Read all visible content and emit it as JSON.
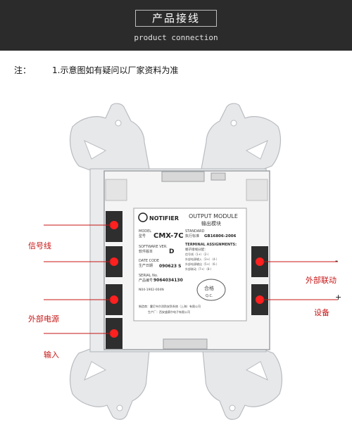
{
  "header": {
    "title": "产品接线",
    "subtitle": "product connection",
    "bg_color": "#2b2b2b"
  },
  "note": {
    "prefix": "注：",
    "index": "1.",
    "text": "示意图如有疑问以厂家资料为准"
  },
  "module": {
    "brand": "NOTIFIER",
    "product_en": "OUTPUT MODULE",
    "product_cn": "输出模块",
    "model_label_en": "MODEL",
    "model_label_cn": "型号",
    "model": "CMX-7C",
    "software_label_en": "SOFTWARE VER.",
    "software_label_cn": "软件版本",
    "software": "D",
    "date_label_en": "DATE CODE",
    "date_label_cn": "生产日期",
    "date": "090623 S",
    "serial_label_en": "SERIAL No.",
    "serial_label_cn": "产品编号",
    "serial": "9064034130",
    "doc_code": "N04-1902-004N",
    "standard_label_en": "STANDARD",
    "standard_label_cn": "执行标准",
    "standard": "GB16806-2006",
    "terminal_title": "TERMINAL ASSIGNMENTS:",
    "terminal_cn": "端子接线分配：",
    "terminals": [
      "信号线（1+）（2-）",
      "外部电源输入（3+）（4-）",
      "外部电源输出（5+）（6-）",
      "外部联动（7+）（8-）"
    ],
    "qc_text": "合格",
    "qc_mark": "Q.C.",
    "maker_line1": "制造商：霍尼韦尔消防安防系统（上海）有限公司",
    "maker_line2": "生产厂：西安盛赛尔电子有限公司"
  },
  "labels": {
    "signal_line": "信号线",
    "external_power": "外部电源",
    "input": "输入",
    "external_linkage": "外部联动",
    "equipment": "设备",
    "minus": "-",
    "plus": "+"
  },
  "colors": {
    "accent": "#c81414",
    "terminal_led": "#ff2020"
  }
}
